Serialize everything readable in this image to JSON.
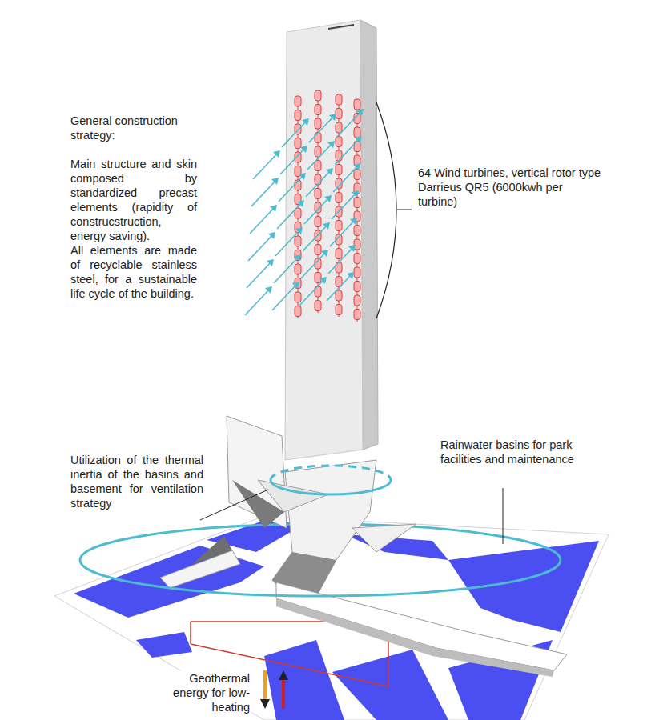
{
  "diagram": {
    "labels": [
      "General construction strategy:",
      "Main structure and skin composed by standardized precast elements (rapidity of construcstruction, energy saving).",
      "All elements are made of recyclable stainless steel, for a sustainable life cycle of the building.",
      "64 Wind turbines, vertical rotor type Darrieus QR5 (6000kwh per turbine)",
      "Rainwater basins for park facilities and maintenance",
      "Utilization of the thermal inertia of the basins and basement for ventilation strategy",
      "Geothermal energy for low-heating"
    ]
  }
}
